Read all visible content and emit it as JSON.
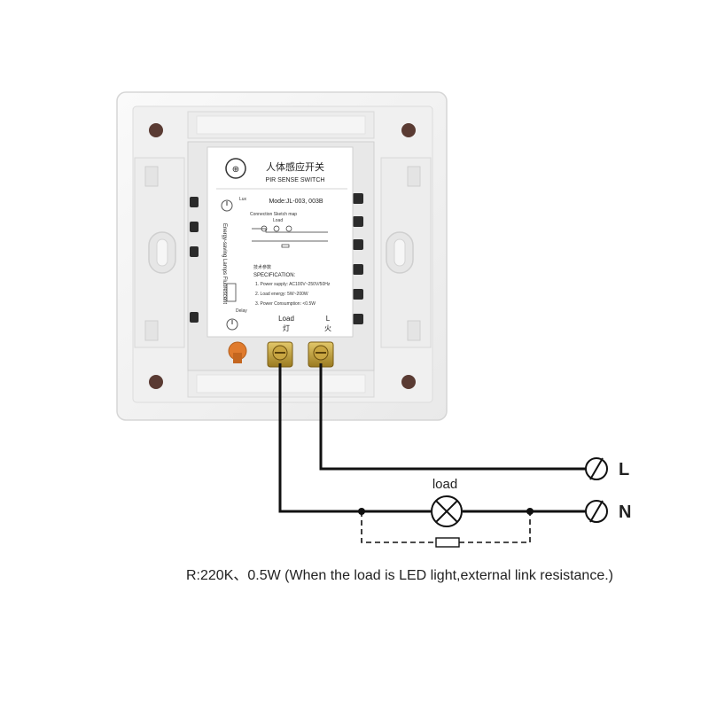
{
  "device": {
    "title_cn": "人体感应开关",
    "title_en": "PIR SENSE SWITCH",
    "model": "Mode:JL-003, 003B",
    "connection_heading": "Connection Sketch map",
    "terminal_load": "Load",
    "terminal_l": "L",
    "spec_heading": "SPECIFICATION:",
    "spec_cn_heading": "技术参数",
    "spec_lines": [
      "1. Power supply: AC100V~250V/50Hz",
      "2. Load energy: 5W~200W",
      "3. Power Consumption: <0.5W"
    ],
    "side_text": "Energy-saving Lamps  Fluorescent",
    "delay_label": "Delay",
    "lux_label": "Lux",
    "load_cn": "灯",
    "l_cn": "火"
  },
  "diagram": {
    "load_label": "load",
    "terminal_L": "L",
    "terminal_N": "N",
    "footnote": "R:220K、0.5W (When the load is LED light,external link resistance.)"
  },
  "colors": {
    "wire": "#111111",
    "plate": "#f4f4f4",
    "terminal": "#c9a642",
    "knob": "#e07b2e"
  }
}
